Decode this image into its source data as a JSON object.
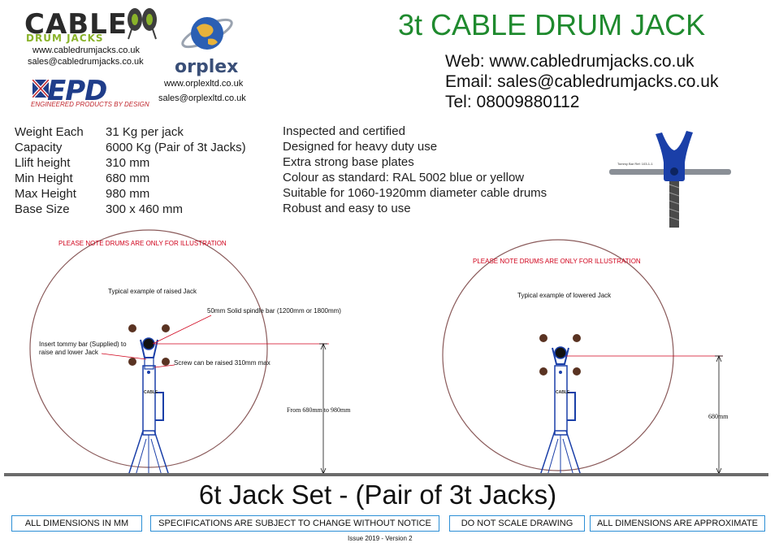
{
  "brand": {
    "cable_logo_line1": "CABLE",
    "cable_logo_line2": "DRUM JACKS",
    "cable_website": "www.cabledrumjacks.co.uk",
    "cable_email": "sales@cabledrumjacks.co.uk",
    "orplex_logo": "orplex",
    "orplex_website": "www.orplexltd.co.uk",
    "orplex_email": "sales@orplexltd.co.uk",
    "epd_logo": "EPD",
    "epd_tagline": "ENGINEERED PRODUCTS BY DESIGN"
  },
  "header": {
    "title": "3t CABLE DRUM JACK",
    "web": "Web: www.cabledrumjacks.co.uk",
    "email": "Email: sales@cabledrumjacks.co.uk",
    "tel": "Tel: 08009880112"
  },
  "specs": [
    {
      "label": "Weight Each",
      "value": "31 Kg per jack"
    },
    {
      "label": "Capacity",
      "value": "6000 Kg (Pair of 3t Jacks)"
    },
    {
      "label": "Llift height",
      "value": "310 mm"
    },
    {
      "label": "Min Height",
      "value": "680 mm"
    },
    {
      "label": "Max Height",
      "value": "980 mm"
    },
    {
      "label": "Base Size",
      "value": "300 x 460 mm"
    }
  ],
  "features": [
    "Inspected and certified",
    "Designed for heavy duty use",
    "Extra strong base plates",
    "Colour as standard: RAL 5002 blue or yellow",
    "Suitable for 1060-1920mm diameter cable drums",
    "Robust and easy to use"
  ],
  "photo": {
    "tommy_bar_label": "Tommy Bar Ref: 103-1-1",
    "colors": {
      "jack_blue": "#1a3fa8",
      "bar_grey": "#8a8f96"
    }
  },
  "diagram_left": {
    "note": "PLEASE NOTE DRUMS ARE ONLY FOR ILLUSTRATION",
    "caption": "Typical example of raised Jack",
    "spindle_label": "50mm Solid spindle bar (1200mm or 1800mm)",
    "tommy_label_1": "Insert tommy bar (Supplied) to",
    "tommy_label_2": "raise and lower Jack",
    "screw_label": "Screw can be raised 310mm max",
    "dimension": "From 680mm to 980mm",
    "jack_logo": "CABLE"
  },
  "diagram_right": {
    "note": "PLEASE NOTE DRUMS ARE ONLY FOR ILLUSTRATION",
    "caption": "Typical example of lowered Jack",
    "dimension": "680mm",
    "jack_logo": "CABLE"
  },
  "footer": {
    "title": "6t Jack Set - (Pair of 3t Jacks)",
    "boxes": [
      "ALL DIMENSIONS IN MM",
      "SPECIFICATIONS ARE SUBJECT TO CHANGE WITHOUT NOTICE",
      "DO NOT SCALE DRAWING",
      "ALL DIMENSIONS ARE APPROXIMATE"
    ],
    "issue": "Issue 2019 - Version 2"
  },
  "colors": {
    "title_green": "#1f8a2e",
    "note_red": "#d0021b",
    "box_border": "#2c8fd6",
    "drum_line": "#8a5a5a",
    "ground": "#6b6b6b"
  }
}
